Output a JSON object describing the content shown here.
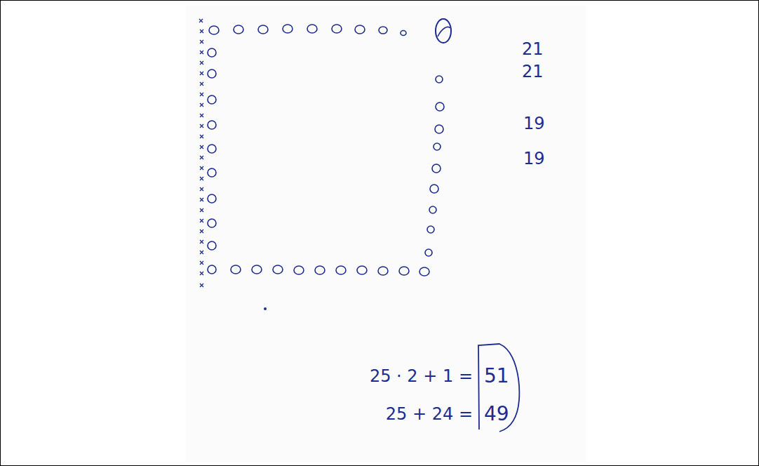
{
  "diagram": {
    "labels": [
      "21",
      "21",
      "19",
      "19",
      "25 · 2 + 1 =",
      "51",
      "25 + 24 =",
      "49"
    ]
  }
}
